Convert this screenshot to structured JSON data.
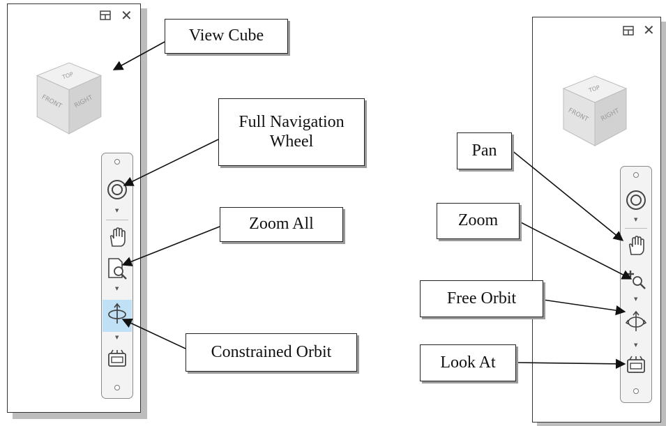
{
  "cube": {
    "faces": [
      "TOP",
      "FRONT",
      "RIGHT"
    ]
  },
  "icons": {
    "dock": "dock-icon",
    "close": "close-icon",
    "close_glyph": "✕"
  },
  "left_panel": {
    "callouts": {
      "view_cube": "View Cube",
      "full_navigation_wheel": "Full Navigation Wheel",
      "zoom_all": "Zoom All",
      "constrained_orbit": "Constrained Orbit"
    }
  },
  "right_panel": {
    "callouts": {
      "pan": "Pan",
      "zoom": "Zoom",
      "free_orbit": "Free Orbit",
      "look_at": "Look At"
    }
  },
  "colors": {
    "highlight": "#bfe0f5",
    "panel_border": "#333333",
    "callout_shadow": "#9a9a9a"
  }
}
